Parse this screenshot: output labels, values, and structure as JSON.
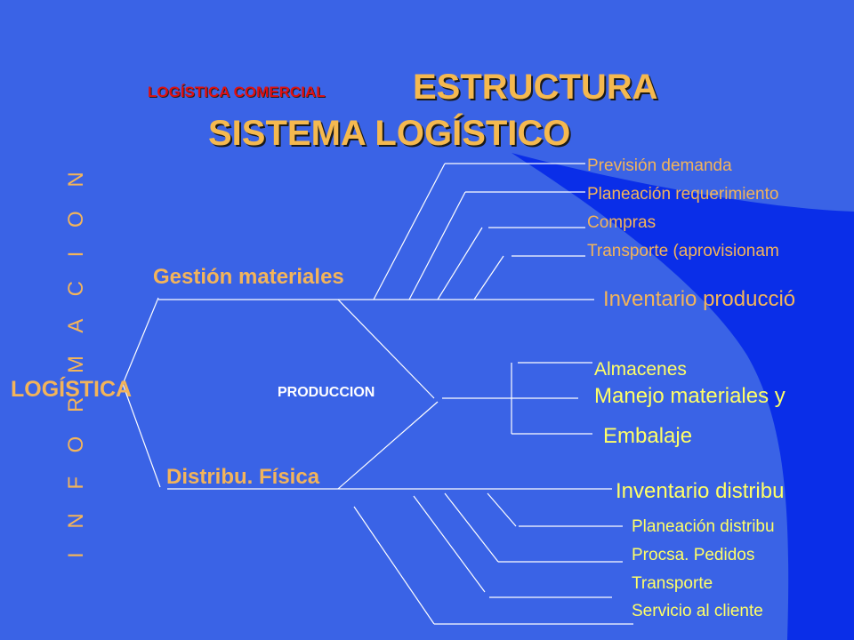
{
  "title": {
    "prefix": "LOGÍSTICA COMERCIAL",
    "line1": "ESTRUCTURA",
    "line2": "SISTEMA LOGÍSTICO"
  },
  "side_label": "I N F O R M A C I O N",
  "root": "LOGÍSTICA",
  "branches": {
    "materials": "Gestión materiales",
    "production": "PRODUCCION",
    "distribution": "Distribu. Física"
  },
  "materials_items": [
    "Previsión demanda",
    "Planeación requerimiento",
    "Compras",
    "Transporte (aprovisionam",
    "Inventario producció"
  ],
  "production_items": [
    "Almacenes",
    "Manejo materiales y",
    "Embalaje"
  ],
  "distribution_items": [
    "Inventario distribu",
    "Planeación distribu",
    "Procsa. Pedidos",
    "Transporte",
    "Servicio al cliente"
  ],
  "colors": {
    "background": "#3a63e6",
    "accent_shape": "#0a2ee8",
    "title_prefix": "#e01010",
    "title_main": "#f5b94f",
    "orange_text": "#f3b45a",
    "yellow_text": "#ffff66",
    "lines": "#ffffff"
  }
}
